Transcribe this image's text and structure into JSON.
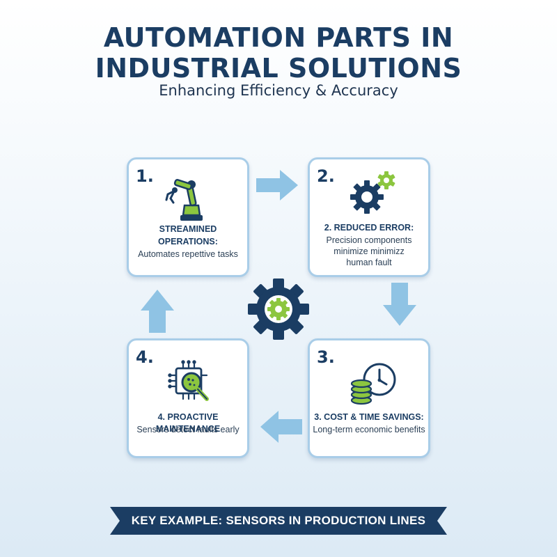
{
  "title_line1": "AUTOMATION PARTS IN",
  "title_line2": "INDUSTRIAL SOLUTIONS",
  "subtitle": "Enhancing Efficiency & Accuracy",
  "steps": [
    {
      "number": "1.",
      "title_line1": "STREAMINED",
      "title_line2": "OPERATIONS:",
      "desc": [
        "Automates repettive tasks"
      ],
      "icon": "robotic-arm-icon"
    },
    {
      "number": "2.",
      "title_line1": "2. REDUCED ERROR:",
      "desc": [
        "Precision components",
        "minimize minimizz",
        "human fault"
      ],
      "icon": "gears-icon"
    },
    {
      "number": "3.",
      "title_line1": "3. COST & TIME SAVINGS:",
      "desc": [
        "Long-term economic benefits"
      ],
      "icon": "clock-coins-icon"
    },
    {
      "number": "4.",
      "title_line1": "4. PROACTIVE MAINTENANCE",
      "desc": [
        "Sensors detect faults early"
      ],
      "icon": "chip-magnifier-icon"
    }
  ],
  "banner": "KEY EXAMPLE: SENSORS IN PRODUCTION LINES",
  "colors": {
    "navy": "#1b3d63",
    "green": "#8cc63f",
    "arrow": "#8fc3e4",
    "border": "#a9cde8"
  }
}
